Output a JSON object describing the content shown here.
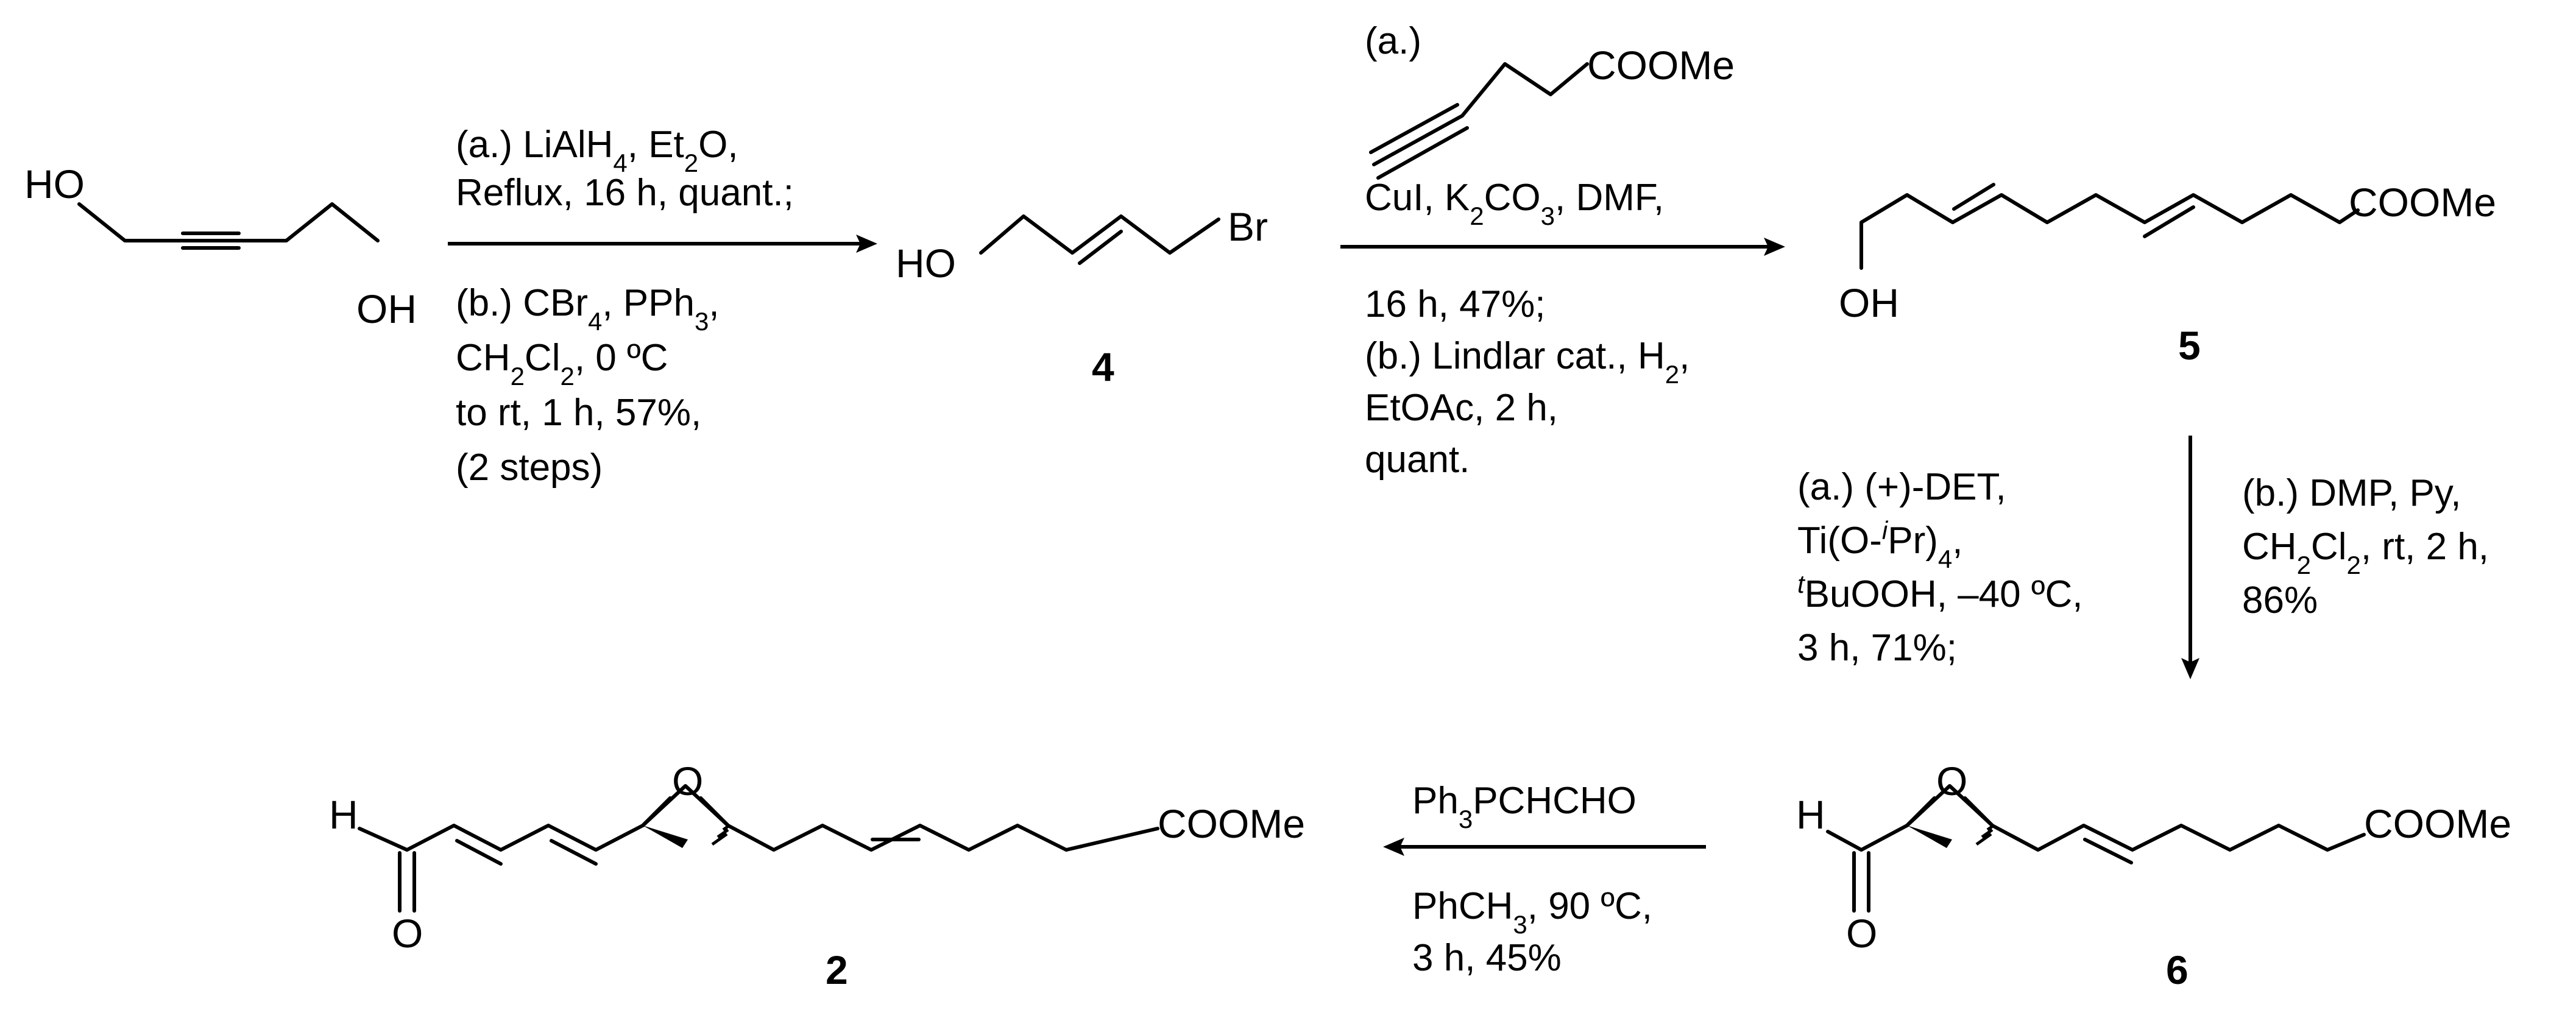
{
  "scheme": {
    "start_material": {
      "ho_left": "HO",
      "oh_right": "OH"
    },
    "compound_4": {
      "ho": "HO",
      "br": "Br",
      "number": "4"
    },
    "compound_5": {
      "oh": "OH",
      "coome": "COOMe",
      "number": "5"
    },
    "compound_6": {
      "h": "H",
      "o_epoxide": "O",
      "o_carbonyl": "O",
      "coome": "COOMe",
      "number": "6"
    },
    "compound_2": {
      "h": "H",
      "o_epoxide": "O",
      "o_carbonyl": "O",
      "coome": "COOMe",
      "number": "2"
    },
    "reagent_alkyne": {
      "label": "(a.)",
      "coome": "COOMe"
    },
    "step1": {
      "above": [
        "(a.) LiAlH4, Et2O,",
        "Reflux, 16 h, quant.;"
      ],
      "below": [
        "(b.) CBr4, PPh3,",
        "CH2Cl2, 0 ºC",
        "to rt, 1 h, 57%,",
        "(2 steps)"
      ]
    },
    "step2": {
      "above": [
        "CuI, K2CO3, DMF,"
      ],
      "below": [
        "16 h, 47%;",
        "(b.) Lindlar cat., H2,",
        "EtOAc, 2 h,",
        "quant."
      ]
    },
    "step3": {
      "left": [
        "(a.) (+)-DET,",
        "Ti(O-iPr)4,",
        "tBuOOH, –40 ºC,",
        "3 h, 71%;"
      ],
      "right": [
        "(b.) DMP, Py,",
        "CH2Cl2, rt, 2 h,",
        "86%"
      ]
    },
    "step4": {
      "above": [
        "Ph3PCHCHO"
      ],
      "below": [
        "PhCH3, 90 ºC,",
        "3 h, 45%"
      ]
    }
  }
}
